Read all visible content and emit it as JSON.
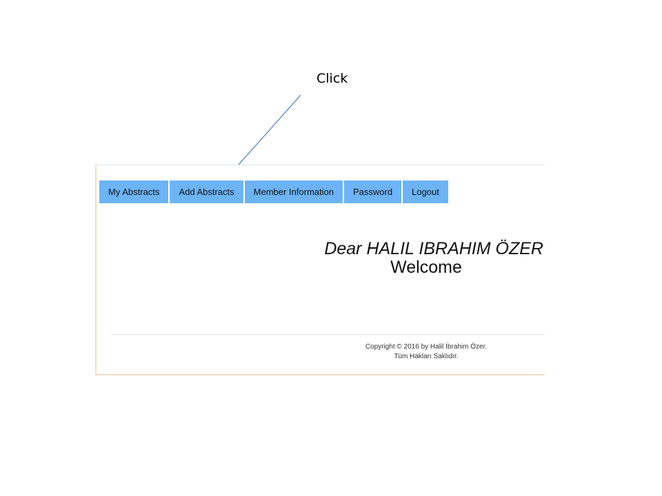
{
  "annotation": {
    "label": "Click"
  },
  "nav": {
    "items": [
      {
        "label": "My Abstracts"
      },
      {
        "label": "Add Abstracts"
      },
      {
        "label": "Member Information"
      },
      {
        "label": "Password"
      },
      {
        "label": "Logout"
      }
    ]
  },
  "main": {
    "greeting": "Dear HALIL IBRAHIM ÖZER",
    "welcome": "Welcome"
  },
  "footer": {
    "copyright": "Copyright © 2016 by Halil İbrahim Özer.",
    "rights": "Tüm Hakları Saklıdır."
  },
  "colors": {
    "nav_background": "#6cb4f6",
    "arrow": "#4a7ab8",
    "frame_border": "#f2dcc0"
  }
}
